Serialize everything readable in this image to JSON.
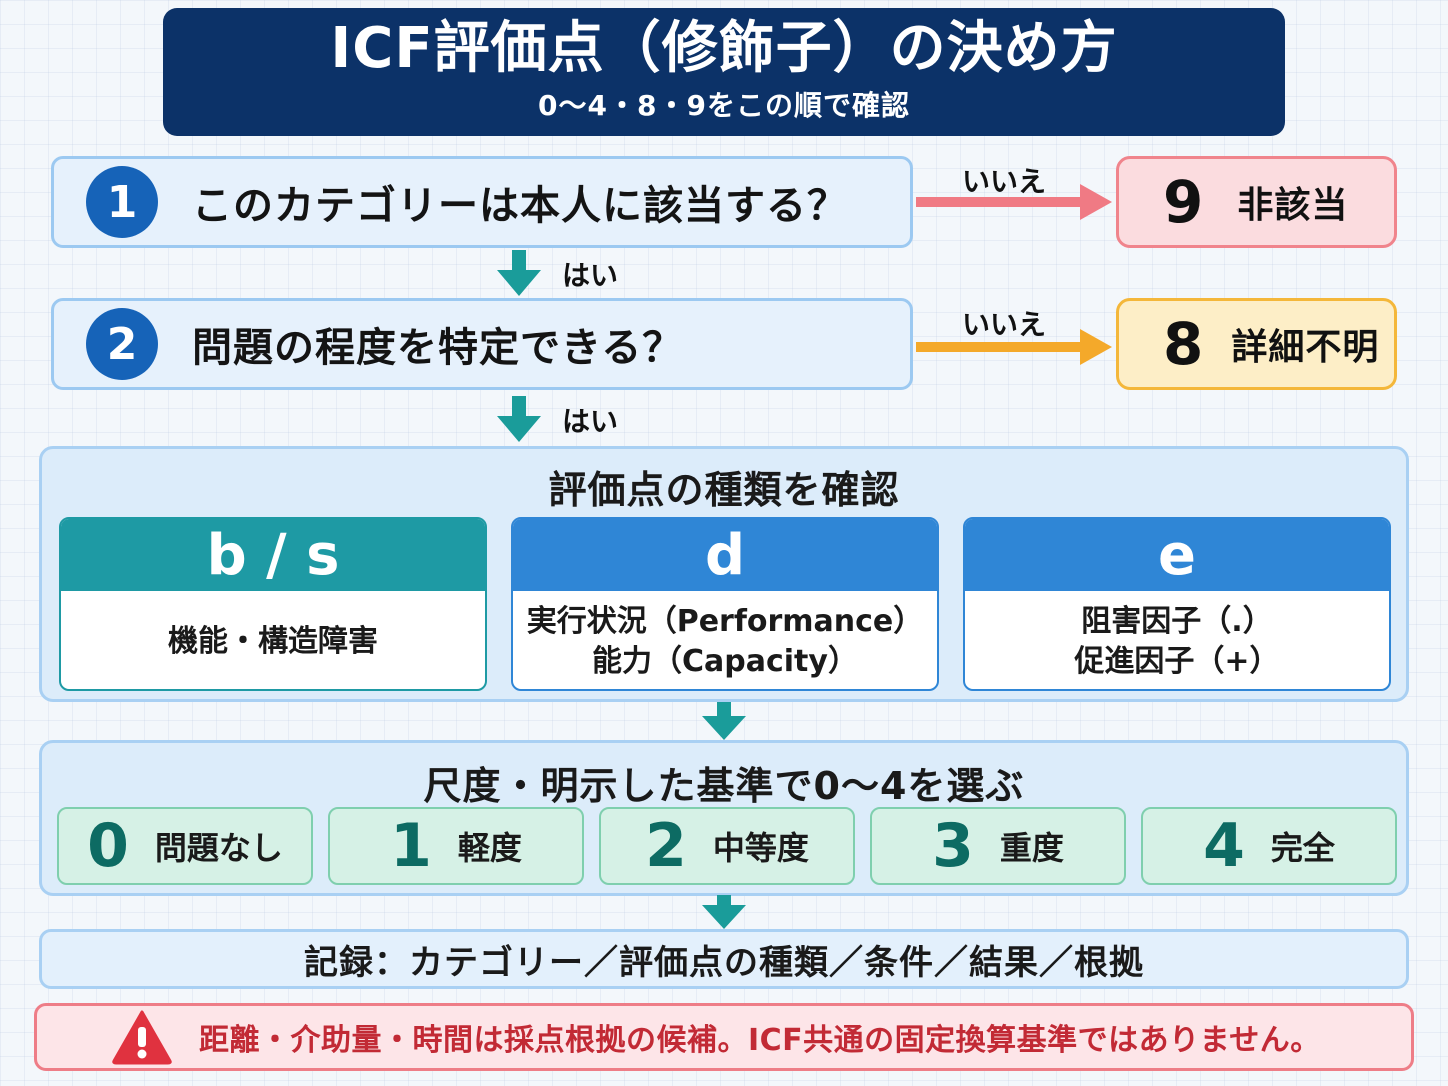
{
  "header": {
    "title": "ICF評価点（修飾子）の決め方",
    "subtitle": "0～4・8・9をこの順で確認"
  },
  "questions": [
    {
      "number": "1",
      "text": "このカテゴリーは本人に該当する？",
      "no_label": "いいえ",
      "yes_label": "はい"
    },
    {
      "number": "2",
      "text": "問題の程度を特定できる？",
      "no_label": "いいえ",
      "yes_label": "はい"
    }
  ],
  "results": [
    {
      "code": "9",
      "label": "非該当"
    },
    {
      "code": "8",
      "label": "詳細不明"
    }
  ],
  "types": {
    "title": "評価点の種類を確認",
    "cards": [
      {
        "head": "b / s",
        "lines": [
          "機能・構造障害"
        ]
      },
      {
        "head": "d",
        "lines": [
          "実行状況（Performance）",
          "能力（Capacity）"
        ]
      },
      {
        "head": "e",
        "lines": [
          "阻害因子（.）",
          "促進因子（+）"
        ]
      }
    ]
  },
  "scale": {
    "title": "尺度・明示した基準で0～4を選ぶ",
    "levels": [
      {
        "value": "0",
        "label": "問題なし"
      },
      {
        "value": "1",
        "label": "軽度"
      },
      {
        "value": "2",
        "label": "中等度"
      },
      {
        "value": "3",
        "label": "重度"
      },
      {
        "value": "4",
        "label": "完全"
      }
    ]
  },
  "record": "記録：カテゴリー／評価点の種類／条件／結果／根拠",
  "warning": "距離・介助量・時間は採点根拠の候補。ICF共通の固定換算基準ではありません。",
  "colors": {
    "header_bg": "#0c3268",
    "question_number_bg": "#1663b8",
    "no_arrow_9": "#f07a84",
    "no_arrow_8": "#f4a92a",
    "down_arrow": "#1a9c9a",
    "card_bs": "#1e9aa4",
    "card_d_e": "#2f86d6",
    "scale_box": "#d6f1e6",
    "warning_text": "#c22a35"
  }
}
